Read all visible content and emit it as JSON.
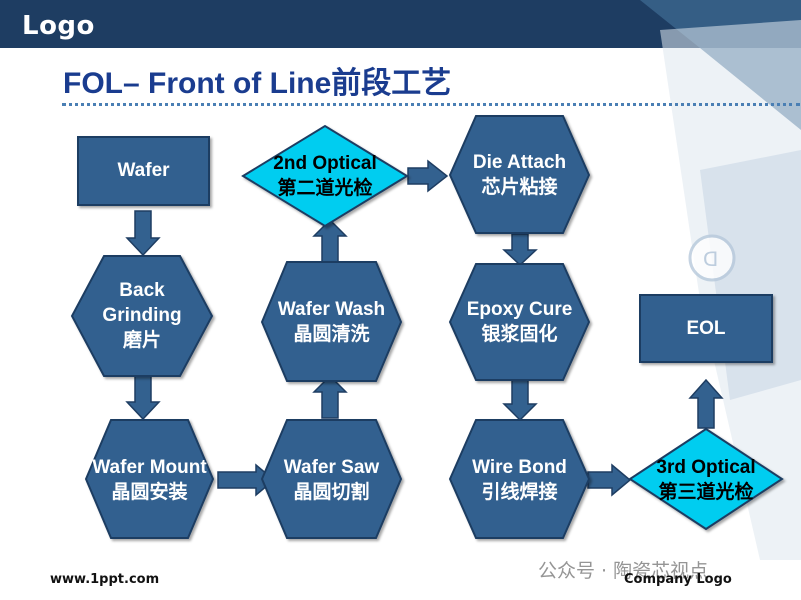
{
  "header": {
    "logo": "Logo",
    "title": "FOL– Front of Line前段工艺"
  },
  "nodes": {
    "wafer": {
      "line1": "Wafer"
    },
    "back_grinding": {
      "line1": "Back",
      "line2": "Grinding",
      "line3": "磨片"
    },
    "wafer_mount": {
      "line1": "Wafer Mount",
      "line2": "晶圆安装"
    },
    "wafer_saw": {
      "line1": "Wafer Saw",
      "line2": "晶圆切割"
    },
    "wafer_wash": {
      "line1": "Wafer Wash",
      "line2": "晶圆清洗"
    },
    "second_optical": {
      "line1": "2nd Optical",
      "line2": "第二道光检"
    },
    "die_attach": {
      "line1": "Die Attach",
      "line2": "芯片粘接"
    },
    "epoxy_cure": {
      "line1": "Epoxy Cure",
      "line2": "银浆固化"
    },
    "wire_bond": {
      "line1": "Wire Bond",
      "line2": "引线焊接"
    },
    "third_optical": {
      "line1": "3rd Optical",
      "line2": "第三道光检"
    },
    "eol": {
      "line1": "EOL"
    }
  },
  "colors": {
    "box_fill": "#33618f",
    "diamond_fill": "#00cdf0",
    "header_bar": "#1e3d62",
    "title_text": "#1a3c8f"
  },
  "footer": {
    "url": "www.1ppt.com",
    "company": "Company Logo",
    "watermark": "公众号 · 陶瓷芯视点"
  }
}
